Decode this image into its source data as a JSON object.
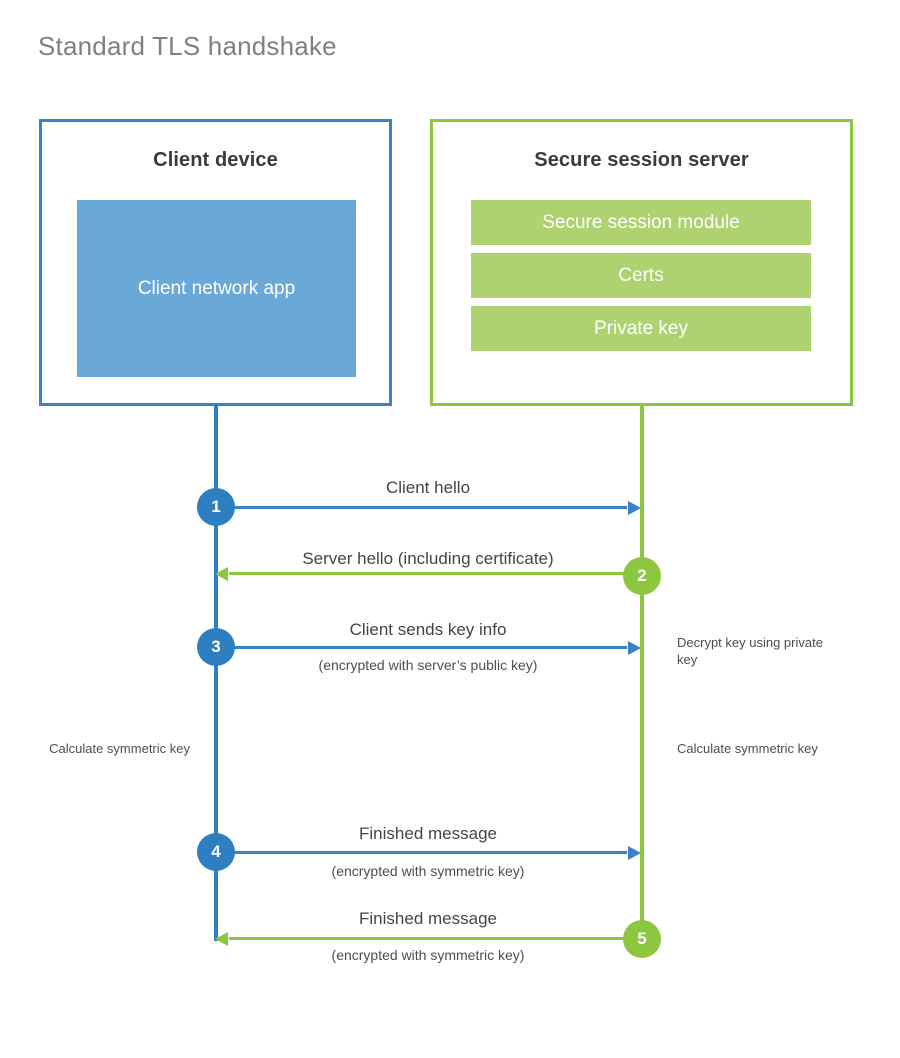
{
  "title": "Standard TLS handshake",
  "actors": {
    "client": {
      "title": "Client device",
      "app_label": "Client network app",
      "border_color": "#3b82c4",
      "block_color": "#6aa8d8"
    },
    "server": {
      "title": "Secure session server",
      "border_color": "#8cc63e",
      "bar_color": "#aed26f",
      "bars": [
        {
          "label": "Secure session module"
        },
        {
          "label": "Certs"
        },
        {
          "label": "Private key"
        }
      ]
    }
  },
  "steps": [
    {
      "number": "1",
      "direction": "client-to-server",
      "color": "#3b82c4",
      "label": "Client hello",
      "sub": ""
    },
    {
      "number": "2",
      "direction": "server-to-client",
      "color": "#8cc63e",
      "label": "Server hello (including certificate)",
      "sub": ""
    },
    {
      "number": "3",
      "direction": "client-to-server",
      "color": "#3b82c4",
      "label": "Client sends key info",
      "sub": "(encrypted with server’s public key)"
    },
    {
      "number": "4",
      "direction": "client-to-server",
      "color": "#3b82c4",
      "label": "Finished message",
      "sub": "(encrypted with symmetric key)"
    },
    {
      "number": "5",
      "direction": "server-to-client",
      "color": "#8cc63e",
      "label": "Finished message",
      "sub": "(encrypted with symmetric key)"
    }
  ],
  "notes": {
    "decrypt": "Decrypt key using private key",
    "client_calc": "Calculate symmetric key",
    "server_calc": "Calculate symmetric key"
  }
}
